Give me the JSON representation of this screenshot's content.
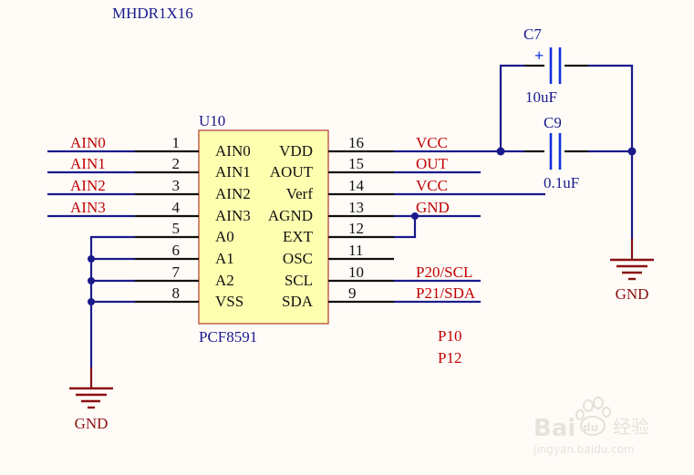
{
  "header_ref": "MHDR1X16",
  "chip": {
    "designator": "U10",
    "part": "PCF8591",
    "colors": {
      "body_fill": "#ffffb0",
      "body_border": "#c06050"
    },
    "left_pins": [
      {
        "num": "1",
        "name": "AIN0",
        "net": "AIN0"
      },
      {
        "num": "2",
        "name": "AIN1",
        "net": "AIN1"
      },
      {
        "num": "3",
        "name": "AIN2",
        "net": "AIN2"
      },
      {
        "num": "4",
        "name": "AIN3",
        "net": "AIN3"
      },
      {
        "num": "5",
        "name": "A0",
        "net": ""
      },
      {
        "num": "6",
        "name": "A1",
        "net": ""
      },
      {
        "num": "7",
        "name": "A2",
        "net": ""
      },
      {
        "num": "8",
        "name": "VSS",
        "net": ""
      }
    ],
    "right_pins": [
      {
        "num": "16",
        "name": "VDD",
        "net": "VCC"
      },
      {
        "num": "15",
        "name": "AOUT",
        "net": "OUT"
      },
      {
        "num": "14",
        "name": "Verf",
        "net": "VCC"
      },
      {
        "num": "13",
        "name": "AGND",
        "net": "GND"
      },
      {
        "num": "12",
        "name": "EXT",
        "net": ""
      },
      {
        "num": "11",
        "name": "OSC",
        "net": ""
      },
      {
        "num": "10",
        "name": "SCL",
        "net": "P20/SCL"
      },
      {
        "num": "9",
        "name": "SDA",
        "net": "P21/SDA"
      }
    ]
  },
  "capacitors": [
    {
      "ref": "C7",
      "value": "10uF",
      "polarized": true,
      "polarity_mark": "+"
    },
    {
      "ref": "C9",
      "value": "0.1uF",
      "polarized": false
    }
  ],
  "ground_labels": {
    "left": "GND",
    "right": "GND"
  },
  "free_labels": [
    "P10",
    "P12"
  ],
  "watermark": {
    "brand": "Bai",
    "brand2": "du",
    "cn": "经验",
    "url": "jingyan.baidu.com"
  },
  "colors": {
    "wire": "#1a1a8c",
    "pin": "#111111",
    "net_label": "#c00000",
    "ground": "#8b1010",
    "cap": "#1030e0"
  }
}
